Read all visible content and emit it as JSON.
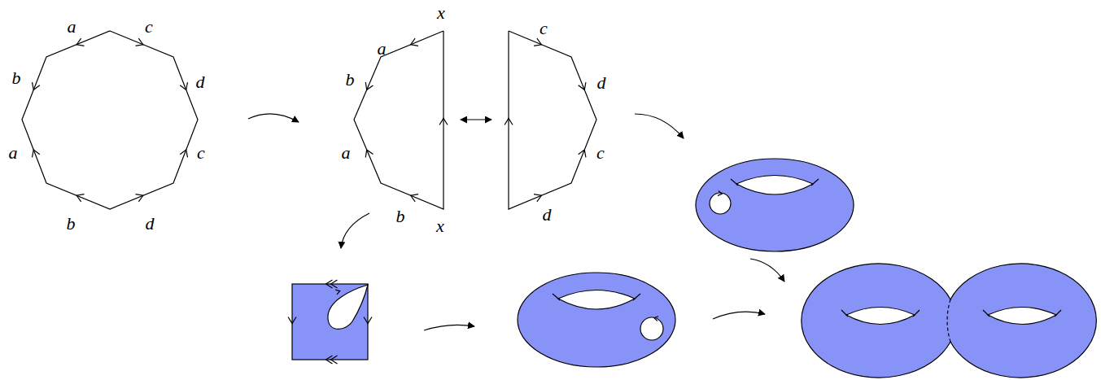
{
  "diagram": {
    "labels": [
      "a",
      "c",
      "b",
      "d",
      "a",
      "c",
      "b",
      "d",
      "x",
      "a",
      "b",
      "a",
      "b",
      "x",
      "c",
      "d",
      "c",
      "d"
    ]
  }
}
